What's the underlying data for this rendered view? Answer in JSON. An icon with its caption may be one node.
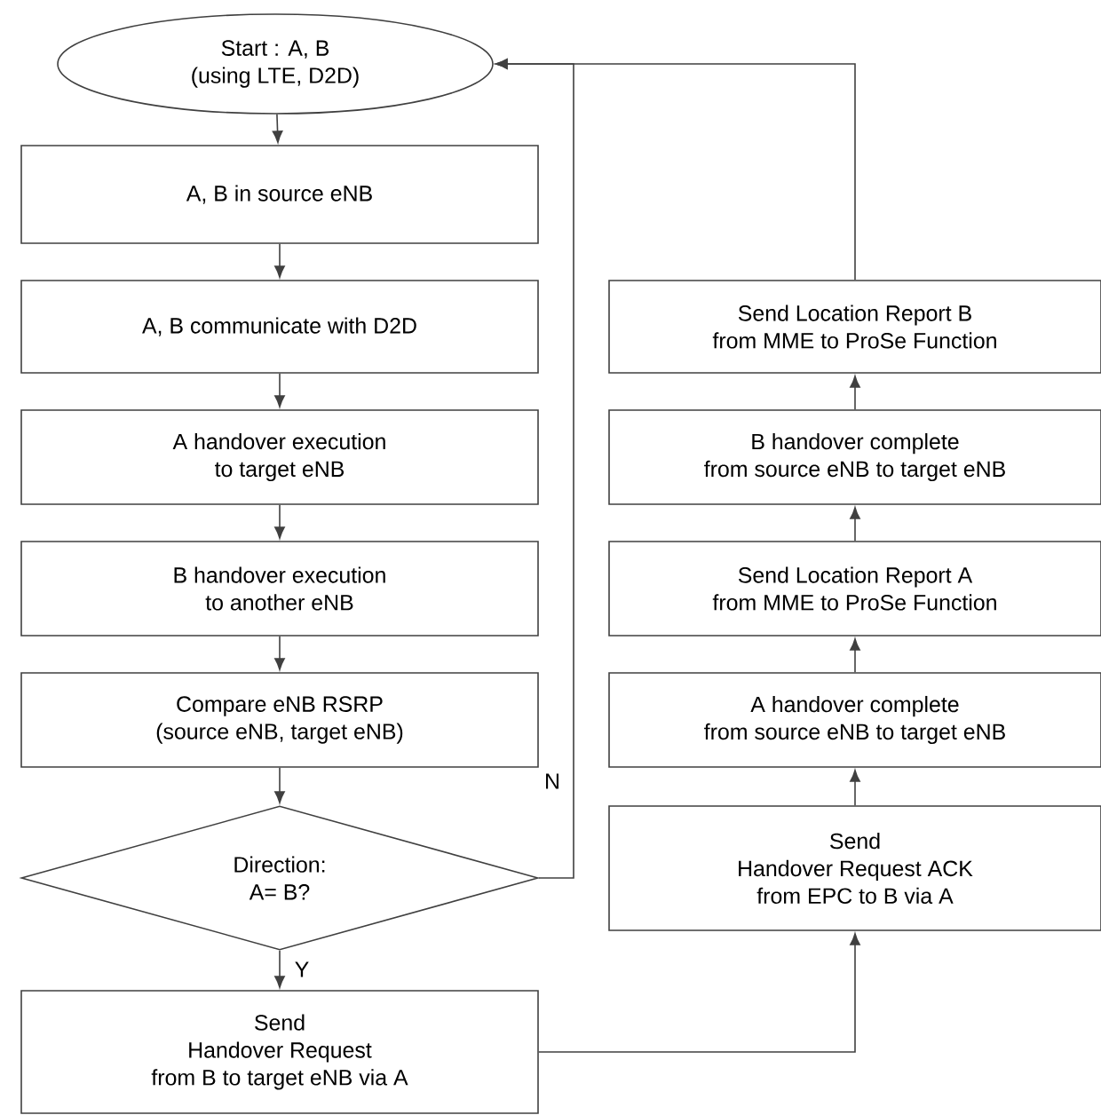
{
  "diagram": {
    "nodes": [
      {
        "text": [
          "Start : A, B (using LTE, D2D)"
        ]
      },
      {
        "text": [
          "A, B in source eNB"
        ]
      },
      {
        "text": [
          "A, B communicate with D2D"
        ]
      },
      {
        "text": [
          "A handover execution to target eNB"
        ]
      },
      {
        "text": [
          "B handover execution to another eNB"
        ]
      },
      {
        "text": [
          "Compare eNB RSRP (source eNB, target eNB)"
        ]
      },
      {
        "text": [
          "Direction: A= B?"
        ]
      },
      {
        "text": [
          "Send Handover Request from B to target eNB via A"
        ]
      },
      {
        "text": [
          "Send Handover Request ACK from EPC to B via A"
        ]
      },
      {
        "text": [
          "A handover complete from source eNB to target eNB"
        ]
      },
      {
        "text": [
          "Send Location Report A from MME to ProSe Function"
        ]
      },
      {
        "text": [
          "B handover complete from source eNB to target eNB"
        ]
      },
      {
        "text": [
          "Send Location Report B from MME to ProSe Function"
        ]
      }
    ],
    "edges": [
      {
        "from": 0,
        "to": 1,
        "arrow": "to"
      },
      {
        "from": 1,
        "to": 2,
        "arrow": "to"
      },
      {
        "from": 2,
        "to": 3,
        "arrow": "to"
      },
      {
        "from": 3,
        "to": 4,
        "arrow": "to"
      },
      {
        "from": 4,
        "to": 5,
        "arrow": "to"
      },
      {
        "from": 5,
        "to": 6,
        "arrow": "to"
      },
      {
        "from": 6,
        "to": 7,
        "arrow": "to",
        "label": "Y"
      },
      {
        "from": 6,
        "to": 0,
        "arrow": "to",
        "label": "N"
      },
      {
        "from": 7,
        "to": 8,
        "arrow": "to"
      },
      {
        "from": 8,
        "to": 9,
        "arrow": "to"
      },
      {
        "from": 9,
        "to": 10,
        "arrow": "to"
      },
      {
        "from": 10,
        "to": 11,
        "arrow": "to"
      },
      {
        "from": 11,
        "to": 12,
        "arrow": "to"
      },
      {
        "from": 12,
        "to": 0,
        "arrow": "to"
      }
    ]
  }
}
